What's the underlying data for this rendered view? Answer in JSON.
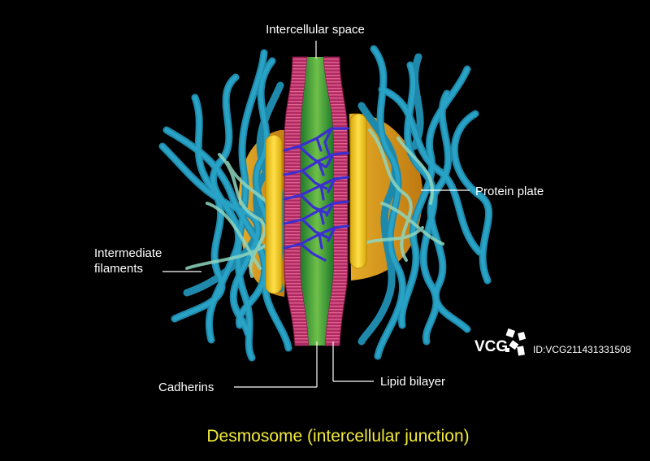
{
  "labels": {
    "intercellular_space": "Intercellular space",
    "protein_plate": "Protein plate",
    "intermediate_filaments_line1": "Intermediate",
    "intermediate_filaments_line2": "filaments",
    "cadherins": "Cadherins",
    "lipid_bilayer": "Lipid bilayer"
  },
  "title": "Desmosome (intercellular junction)",
  "watermark": {
    "brand": "VCG",
    "id_text": "ID:VCG211431331508"
  },
  "colors": {
    "background": "#000000",
    "filament": "#2aa6c9",
    "filament_light": "#8fd6c0",
    "membrane": "#c0306a",
    "intercellular": "#2e9a3a",
    "plaque": "#f2c318",
    "protein_plate": "#e6a21b",
    "cadherin": "#4a3fd6",
    "title": "#f2ea3a",
    "label": "#ffffff"
  }
}
